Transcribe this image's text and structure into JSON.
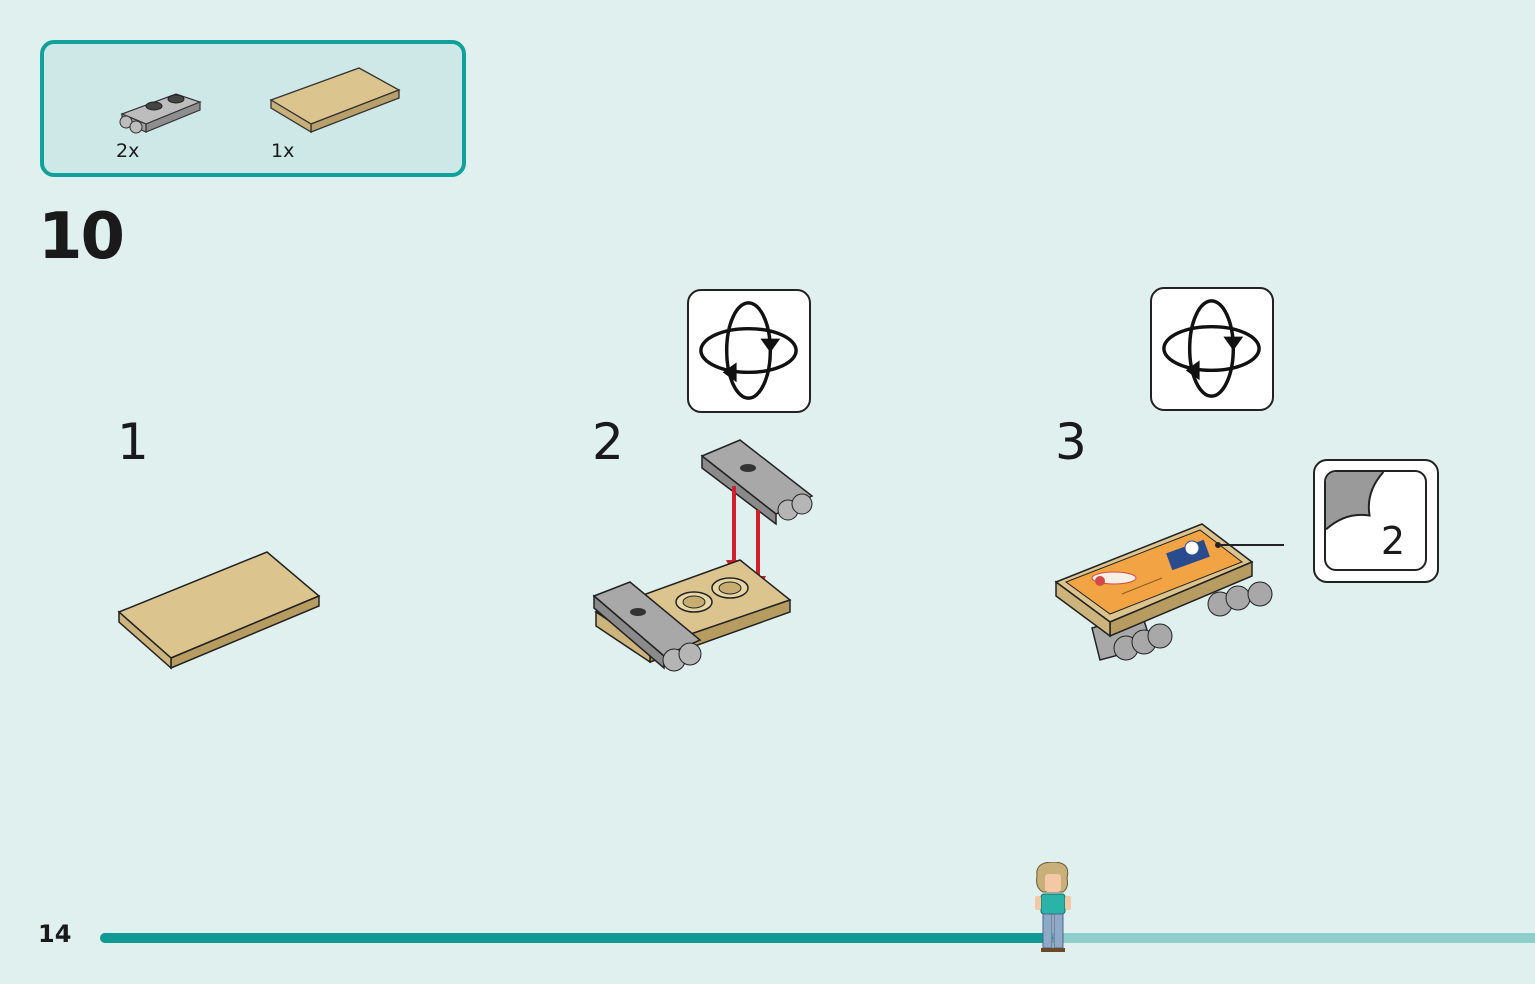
{
  "parts_list": {
    "items": [
      {
        "name": "gray-plate-with-clips",
        "quantity": "2x",
        "color": "#a8a8a8"
      },
      {
        "name": "tan-tile",
        "quantity": "1x",
        "color": "#dcc48e"
      }
    ]
  },
  "step": {
    "number": "10",
    "substeps": [
      {
        "label": "1"
      },
      {
        "label": "2",
        "rotate_icon": "rotate-model-icon"
      },
      {
        "label": "3",
        "rotate_icon": "rotate-model-icon"
      }
    ]
  },
  "sticker": {
    "number": "2",
    "icon": "sticker-icon"
  },
  "footer": {
    "page_number": "14",
    "progress": 0.664
  },
  "colors": {
    "accent": "#12a19a",
    "background": "#dff0ef",
    "arrow": "#d0202e",
    "tan": "#dcc48e",
    "gray": "#a8a8a8"
  }
}
